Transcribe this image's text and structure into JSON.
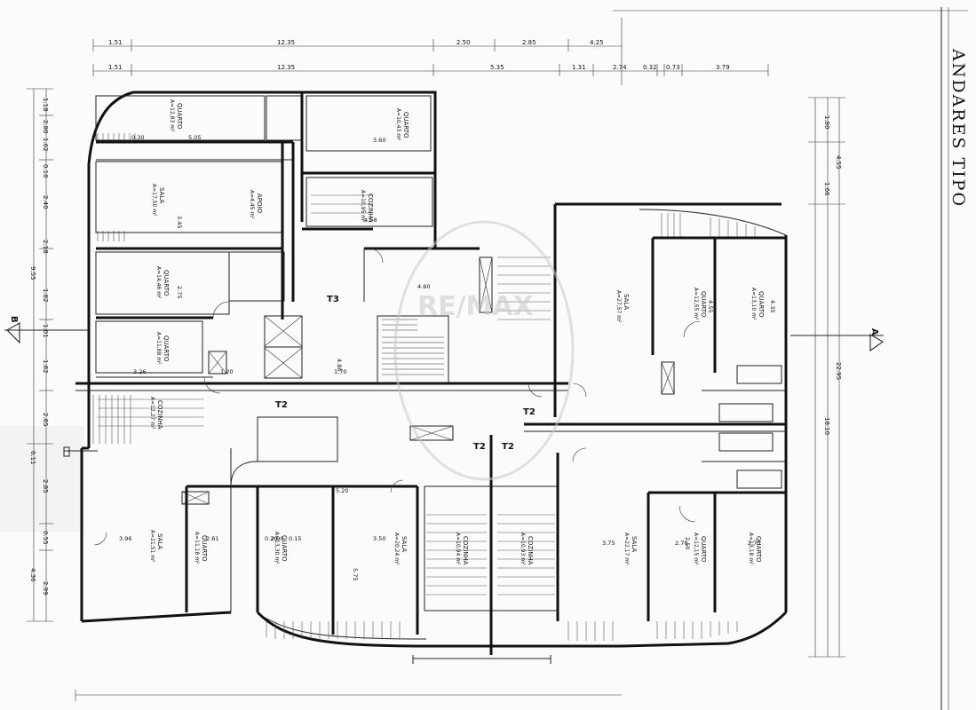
{
  "sheet": {
    "title": "ANDARES TIPO"
  },
  "sections": {
    "left": "B",
    "right": "A"
  },
  "typologies": {
    "t3": "T3",
    "t2": "T2"
  },
  "dimensions": {
    "top_row1": [
      "1.51",
      "12.35",
      "2.50",
      "2.85",
      "4.25"
    ],
    "top_row2": [
      "1.51",
      "12.35",
      "5.35",
      "1.31",
      "2.74",
      "0.32",
      "0.73",
      "3.79"
    ],
    "left_outer": [
      "9.55",
      "6.11",
      "4.36"
    ],
    "left_inner": [
      "1.18",
      "2.80",
      "1.62",
      "0.10",
      "2.40",
      "2.18",
      "1.82",
      "1.01",
      "1.82",
      "2.85",
      "2.85",
      "0.55",
      "2.99"
    ],
    "right_outer": [
      "22.95"
    ],
    "right_inner": [
      "1.80",
      "4.55",
      "1.66",
      "18.10"
    ]
  },
  "rooms": [
    {
      "name": "QUARTO",
      "area": "A=12,83 m²"
    },
    {
      "name": "QUARTO",
      "area": "A=10,43 m²"
    },
    {
      "name": "SALA",
      "area": "A=17,50 m²"
    },
    {
      "name": "APOIO",
      "area": "A=4,45 m²"
    },
    {
      "name": "COZINHA",
      "area": "A=10,95 m²"
    },
    {
      "name": "QUARTO",
      "area": "A=14,46 m²"
    },
    {
      "name": "QUARTO",
      "area": "A=11,88 m²"
    },
    {
      "name": "COZINHA",
      "area": "A=12,27 m²"
    },
    {
      "name": "SALA",
      "area": "A=21,51 m²"
    },
    {
      "name": "QUARTO",
      "area": "A=11,18 m²"
    },
    {
      "name": "QUARTO",
      "area": "A=13,30 m²"
    },
    {
      "name": "SALA",
      "area": "A=20,24 m²"
    },
    {
      "name": "COZINHA",
      "area": "A=10,94 m²"
    },
    {
      "name": "COZINHA",
      "area": "A=10,93 m²"
    },
    {
      "name": "SALA",
      "area": "A=27,57 m²"
    },
    {
      "name": "QUARTO",
      "area": "A=12,55 m²"
    },
    {
      "name": "QUARTO",
      "area": "A=13,10 m²"
    },
    {
      "name": "SALA",
      "area": "A=22,17 m²"
    },
    {
      "name": "QUARTO",
      "area": "A=12,15 m²"
    },
    {
      "name": "QUARTO",
      "area": "A=13,18 m²"
    }
  ],
  "inner_dims": [
    "5.05",
    "3.60",
    "3.45",
    "4.58",
    "2.75",
    "3.26",
    "1.20",
    "1.70",
    "4.80",
    "4.60",
    "3.75",
    "2.70",
    "2.73",
    "3.96",
    "2.61",
    "2.90",
    "3.50",
    "5.75",
    "5.20",
    "4.55",
    "4.35",
    "2.50",
    "0.30",
    "0.20",
    "0.15"
  ],
  "watermark": "RE/MAX"
}
